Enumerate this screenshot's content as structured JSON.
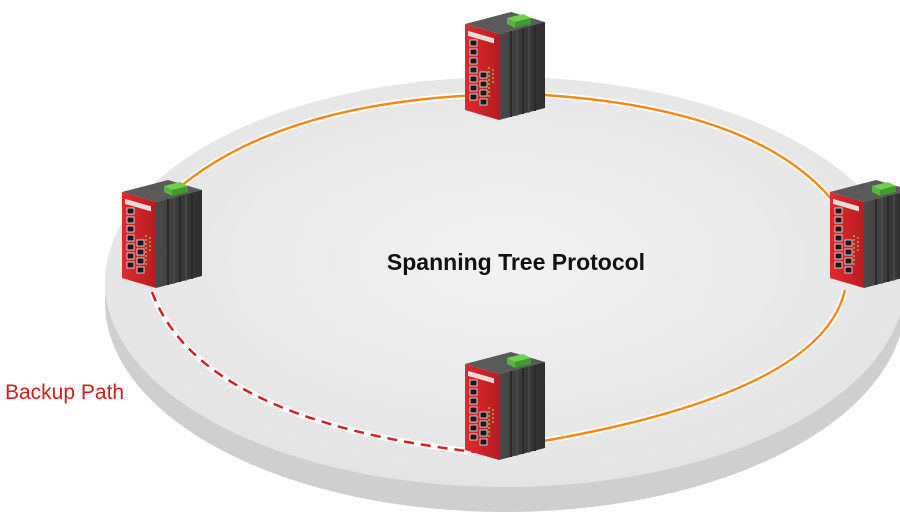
{
  "diagram": {
    "title": "Spanning Tree Protocol",
    "backup_label": "Backup Path",
    "colors": {
      "active_link": "#f28a1a",
      "backup_link": "#d62020",
      "backup_label": "#cc1f1f",
      "platform_top": "#ececec",
      "platform_side": "#cfcfcf",
      "switch_body": "#3a3a3a",
      "switch_face": "#d8262a",
      "terminal_block": "#5fb84a"
    },
    "nodes": [
      {
        "name": "switch-top",
        "icon": "industrial-ethernet-switch-icon"
      },
      {
        "name": "switch-left",
        "icon": "industrial-ethernet-switch-icon"
      },
      {
        "name": "switch-right",
        "icon": "industrial-ethernet-switch-icon"
      },
      {
        "name": "switch-bottom",
        "icon": "industrial-ethernet-switch-icon"
      }
    ],
    "links": [
      {
        "name": "link-top-right",
        "type": "active"
      },
      {
        "name": "link-right-bottom",
        "type": "active"
      },
      {
        "name": "link-left-top",
        "type": "active"
      },
      {
        "name": "link-left-bottom",
        "type": "backup"
      }
    ]
  }
}
